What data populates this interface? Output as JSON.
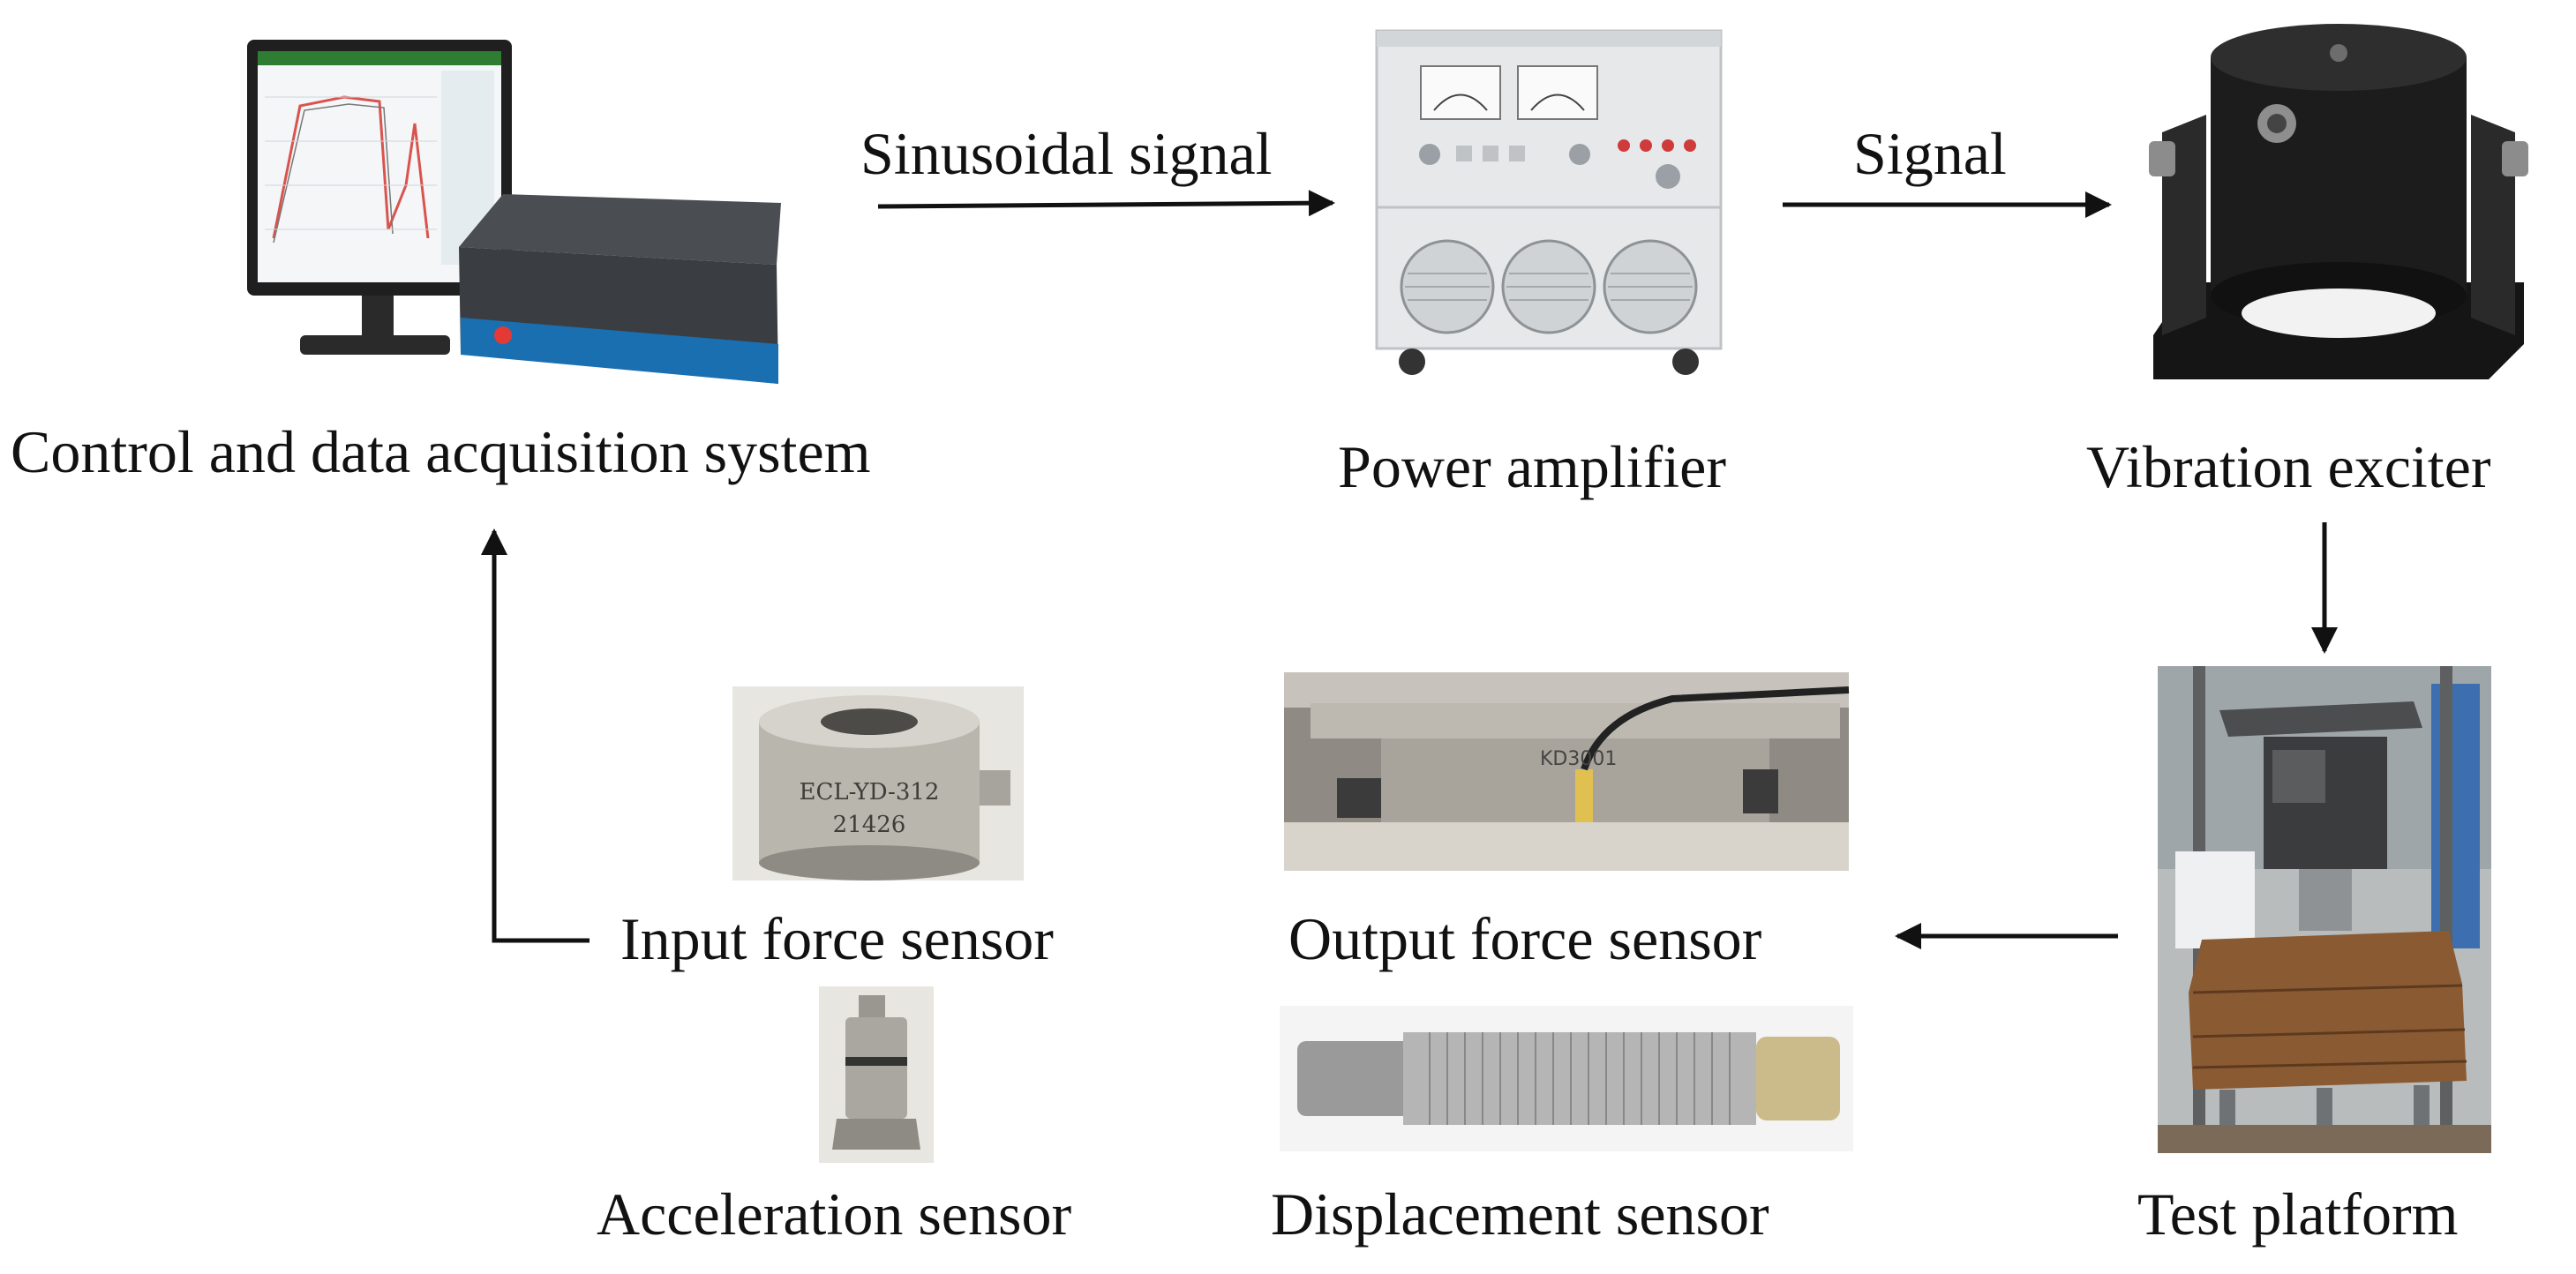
{
  "nodes": {
    "control": {
      "label": "Control and data acquisition system"
    },
    "amplifier": {
      "label": "Power amplifier"
    },
    "exciter": {
      "label": "Vibration exciter"
    },
    "platform": {
      "label": "Test platform"
    },
    "output_force": {
      "label": "Output force sensor"
    },
    "displacement": {
      "label": "Displacement sensor"
    },
    "input_force": {
      "label": "Input force sensor",
      "engraving": [
        "ECL-YD-312",
        "21426"
      ]
    },
    "acceleration": {
      "label": "Acceleration sensor"
    }
  },
  "edges": {
    "control_to_amplifier": {
      "label": "Sinusoidal signal"
    },
    "amplifier_to_exciter": {
      "label": "Signal"
    },
    "exciter_to_platform": {
      "label": ""
    },
    "platform_to_sensors": {
      "label": ""
    },
    "sensors_to_control": {
      "label": ""
    }
  },
  "colors": {
    "text": "#111111",
    "arrow": "#111111",
    "amplifier_body": "#e6e8ea",
    "exciter_body": "#1c1c1c",
    "sensor_steel": "#b9b6ae",
    "wood": "#8a5a33",
    "screen_blue": "#1a6fb0"
  }
}
